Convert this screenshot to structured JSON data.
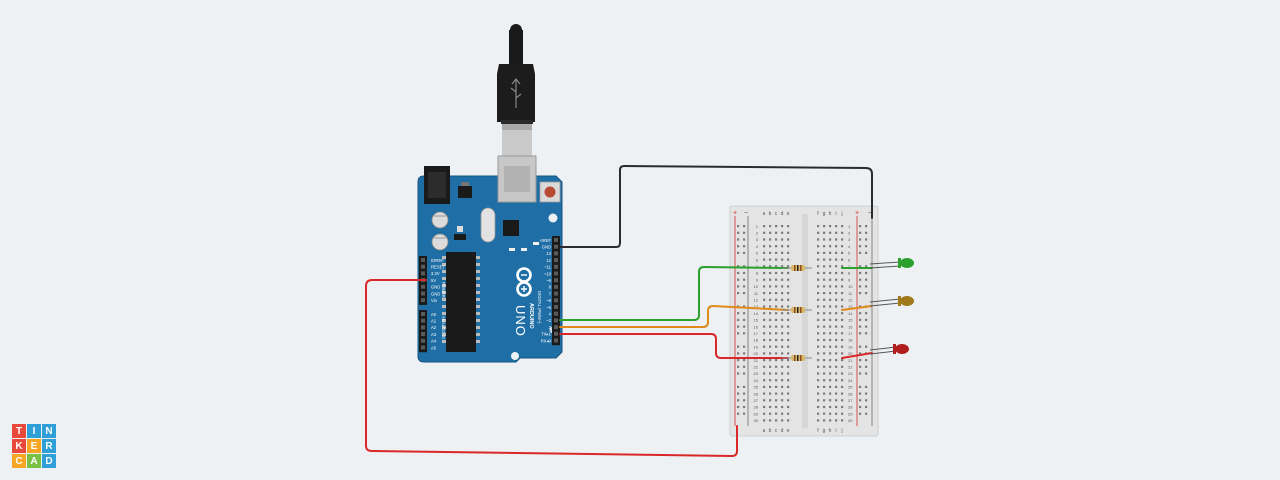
{
  "brand": {
    "letters": [
      "T",
      "I",
      "N",
      "K",
      "E",
      "R",
      "C",
      "A",
      "D"
    ],
    "colors": [
      "#e8493a",
      "#2f9fd8",
      "#2f9fd8",
      "#e8493a",
      "#f6a623",
      "#2f9fd8",
      "#f6a623",
      "#7ac143",
      "#2f9fd8"
    ]
  },
  "arduino": {
    "model": "UNO",
    "logo_text": "ARDUINO",
    "digital_label": "DIGITAL (PWM~)",
    "power_label": "POWER",
    "analog_label": "ANALOG IN",
    "digital_pins": [
      "AREF",
      "GND",
      "13",
      "12",
      "~11",
      "~10",
      "~9",
      "8",
      "7",
      "~6",
      "~5",
      "4",
      "~3",
      "2",
      "TX▸1",
      "RX◂0"
    ],
    "power_pins": [
      "IOREF",
      "RESET",
      "3.3V",
      "5V",
      "GND",
      "GND",
      "Vin"
    ],
    "analog_pins": [
      "A0",
      "A1",
      "A2",
      "A3",
      "A4",
      "A5"
    ],
    "leds": [
      "L",
      "TX",
      "RX"
    ]
  },
  "breadboard": {
    "columns_left": [
      "a",
      "b",
      "c",
      "d",
      "e"
    ],
    "columns_right": [
      "f",
      "g",
      "h",
      "i",
      "j"
    ],
    "rows": 30,
    "rail_plus": "+",
    "rail_minus": "−"
  },
  "components": {
    "leds": [
      {
        "name": "green-led",
        "color": "#2ca02c",
        "arduino_pin": "4"
      },
      {
        "name": "yellow-led",
        "color": "#a07a1a",
        "arduino_pin": "3"
      },
      {
        "name": "red-led",
        "color": "#b01e1e",
        "arduino_pin": "2"
      }
    ],
    "wire_colors": {
      "gnd": "#2b2b2b",
      "green": "#2ca02c",
      "orange": "#e08a1a",
      "red": "#d8282a",
      "power": "#d8282a"
    }
  }
}
